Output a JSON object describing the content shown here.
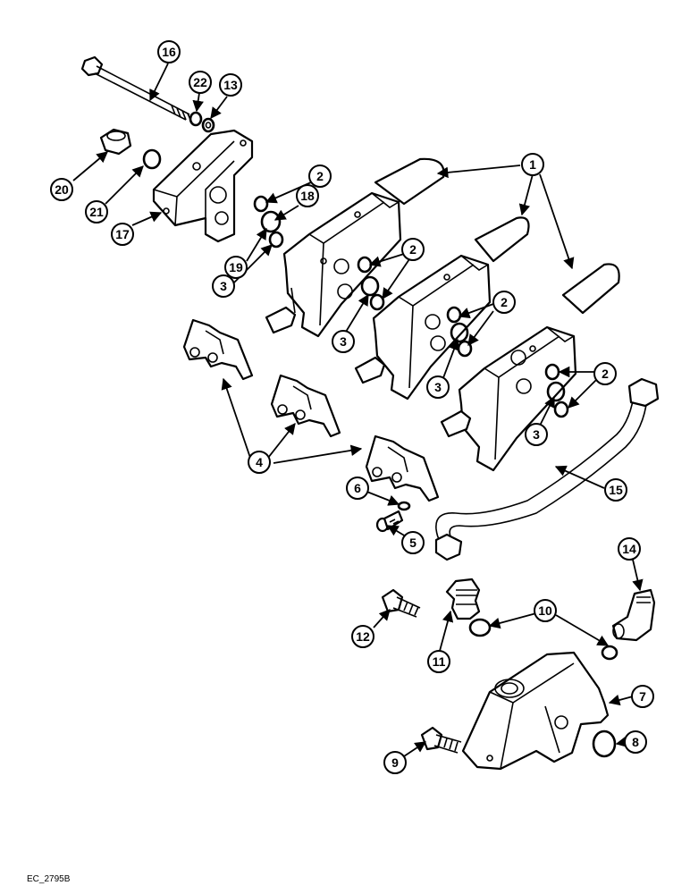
{
  "figure_code": "EC_2795B",
  "callouts": {
    "c1": "1",
    "c2a": "2",
    "c2b": "2",
    "c2c": "2",
    "c2d": "2",
    "c3a": "3",
    "c3b": "3",
    "c3c": "3",
    "c3d": "3",
    "c4": "4",
    "c5": "5",
    "c6": "6",
    "c7": "7",
    "c8": "8",
    "c9": "9",
    "c10": "10",
    "c11": "11",
    "c12": "12",
    "c13": "13",
    "c14": "14",
    "c15": "15",
    "c16": "16",
    "c17": "17",
    "c18": "18",
    "c19": "19",
    "c20": "20",
    "c21": "21",
    "c22": "22"
  }
}
